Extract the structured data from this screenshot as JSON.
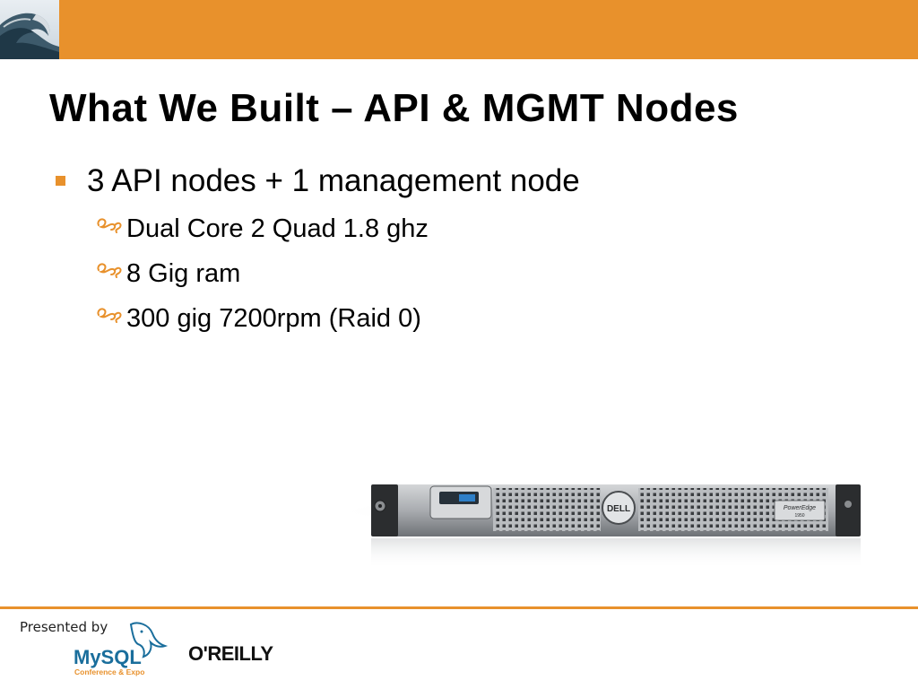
{
  "slide": {
    "title": "What We Built – API & MGMT Nodes",
    "bullets": [
      {
        "text": "3 API nodes + 1 management node",
        "sub_items": [
          "Dual Core 2 Quad 1.8 ghz",
          "8 Gig ram",
          "300 gig 7200rpm (Raid 0)"
        ]
      }
    ]
  },
  "image": {
    "server_brand": "DELL",
    "server_model": "PowerEdge",
    "server_model_number": "1950"
  },
  "footer": {
    "presented_by": "Presented by",
    "mysql_logo_text": "MySQL",
    "mysql_logo_subtext": "Conference & Expo",
    "oreilly_logo_text": "O'REILLY"
  },
  "colors": {
    "accent_orange": "#e8912c",
    "title_text": "#000000",
    "mysql_blue": "#1a6e9c",
    "mysql_orange": "#e8912c"
  },
  "icons": {
    "header_logo": "ocean-wave-icon",
    "bullet_level1": "orange-square-bullet-icon",
    "bullet_level2": "orange-script-bullet-icon"
  }
}
